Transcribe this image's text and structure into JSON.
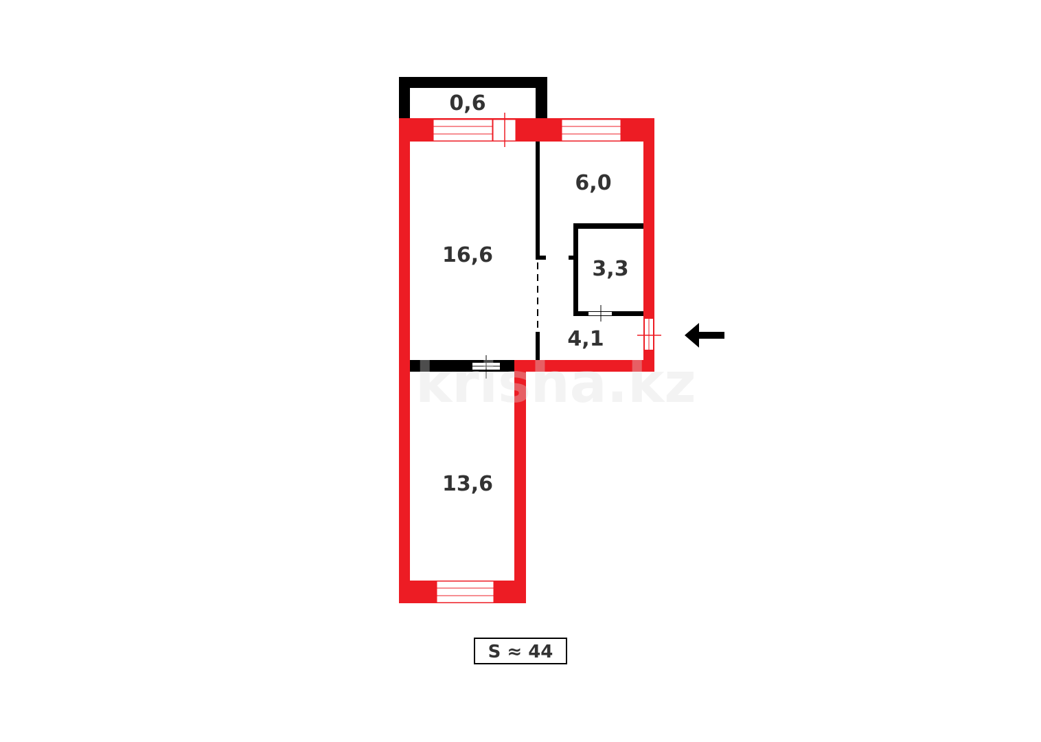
{
  "plan": {
    "rooms": [
      {
        "id": "balcony",
        "area": "0,6"
      },
      {
        "id": "kitchen",
        "area": "6,0"
      },
      {
        "id": "room-large",
        "area": "16,6"
      },
      {
        "id": "bathroom",
        "area": "3,3"
      },
      {
        "id": "hallway",
        "area": "4,1"
      },
      {
        "id": "room-small",
        "area": "13,6"
      }
    ],
    "total_area": "S ≈ 44",
    "entrance_icon": "arrow-left-icon",
    "watermark": "krisha.kz"
  },
  "colors": {
    "exterior_wall": "#ED1C24",
    "interior_wall": "#000000",
    "label": "#333333"
  }
}
